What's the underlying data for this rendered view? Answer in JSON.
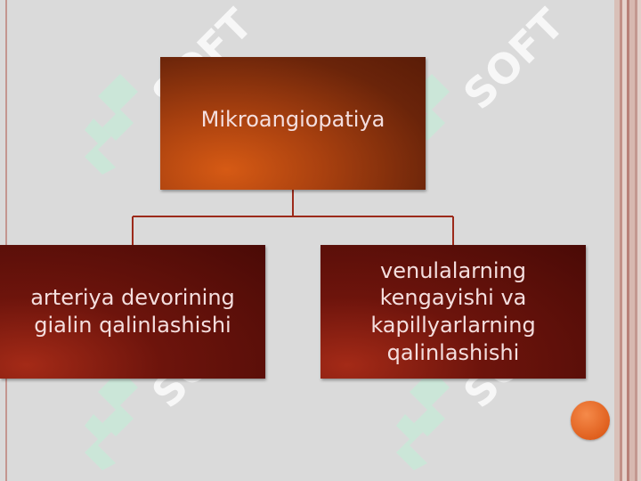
{
  "diagram": {
    "root": {
      "label": "Mikroangiopatiya"
    },
    "children": [
      {
        "label": "arteriya devorining gialin qalinlashishi"
      },
      {
        "label": "venulalarning kengayishi va kapillyarlarning qalinlashishi"
      }
    ]
  },
  "watermark": {
    "text": "SOFT",
    "icon": "leaf-logo-icon"
  },
  "colors": {
    "background": "#dadada",
    "root_box": "#a8400f",
    "child_box": "#6d140c",
    "connector": "#9c2a1a",
    "accent_circle": "#e0601e",
    "watermark": "#bff0d8"
  }
}
